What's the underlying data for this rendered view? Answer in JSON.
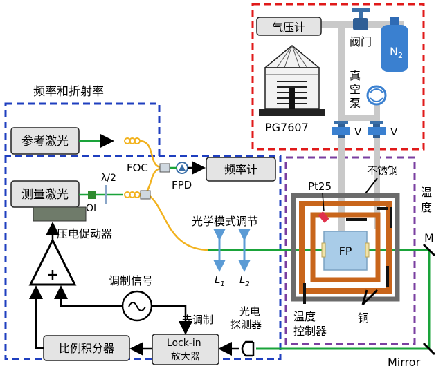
{
  "labels": {
    "region_freq": "频率和折射率",
    "ref_laser": "参考激光",
    "meas_laser": "测量激光",
    "lambda_half": "λ/2",
    "oi": "OI",
    "piezo": "压电促动器",
    "foc": "FOC",
    "fpd": "FPD",
    "freq_counter": "频率计",
    "optical_mode": "光学模式调节",
    "l1": "L",
    "l1_sub": "1",
    "l2": "L",
    "l2_sub": "2",
    "mod_signal": "调制信号",
    "demod": "去调制",
    "photodetector_1": "光电",
    "photodetector_2": "探测器",
    "lockin_1": "Lock-in",
    "lockin_2": "放大器",
    "pi_controller": "比例积分器",
    "plus": "+",
    "barometer": "气压计",
    "valve": "阀门",
    "n2": "N",
    "n2_sub": "2",
    "vacuum_1": "真",
    "vacuum_2": "空",
    "vacuum_3": "泵",
    "pg7607": "PG7607",
    "v_left": "V",
    "v_right": "V",
    "stainless": "不锈钢",
    "pt25": "Pt25",
    "fp": "FP",
    "temp_1": "温",
    "temp_2": "度",
    "m": "M",
    "copper": "铜",
    "temp_ctrl_1": "温度",
    "temp_ctrl_2": "控制器",
    "mirror": "Mirror"
  },
  "colors": {
    "blue_dash": "#1f3fbf",
    "red_dash": "#e01a1a",
    "purple_dash": "#7a3fa0",
    "green_beam": "#1aa33a",
    "fiber": "#f2b21e",
    "box_fill": "#e4e4e4",
    "copper": "#c8651b",
    "lens_blue": "#5b9bd5",
    "pipe": "#c9c9c9"
  }
}
